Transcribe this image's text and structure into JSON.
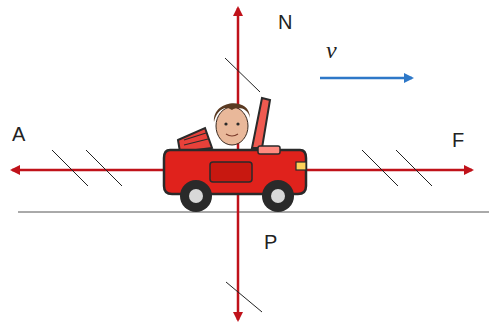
{
  "diagram": {
    "labels": [
      "N",
      "v",
      "A",
      "F",
      "P"
    ]
  }
}
